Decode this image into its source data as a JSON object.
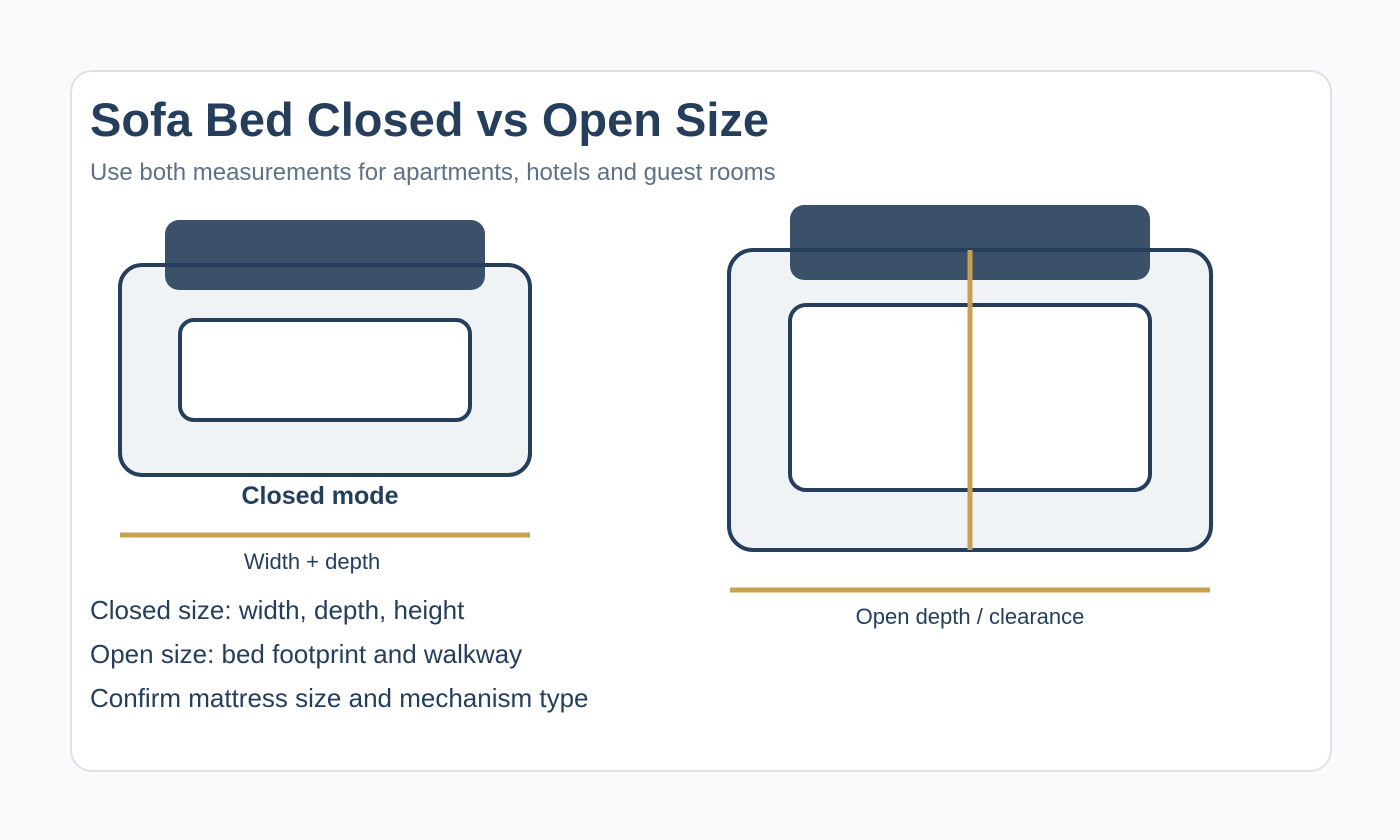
{
  "header": {
    "title": "Sofa Bed Closed vs Open Size",
    "subtitle": "Use both measurements for apartments, hotels and guest rooms"
  },
  "closed_sofa": {
    "label": "Closed mode",
    "measure_label": "Width + depth"
  },
  "open_sofa": {
    "measure_label": "Open depth / clearance"
  },
  "notes": [
    "Closed size: width, depth, height",
    "Open size: bed footprint and walkway",
    "Confirm mattress size and mechanism type"
  ],
  "colors": {
    "navy": "#253e5c",
    "backrest": "#3b5169",
    "frame_fill": "#f0f3f6",
    "accent": "#c9a051"
  }
}
